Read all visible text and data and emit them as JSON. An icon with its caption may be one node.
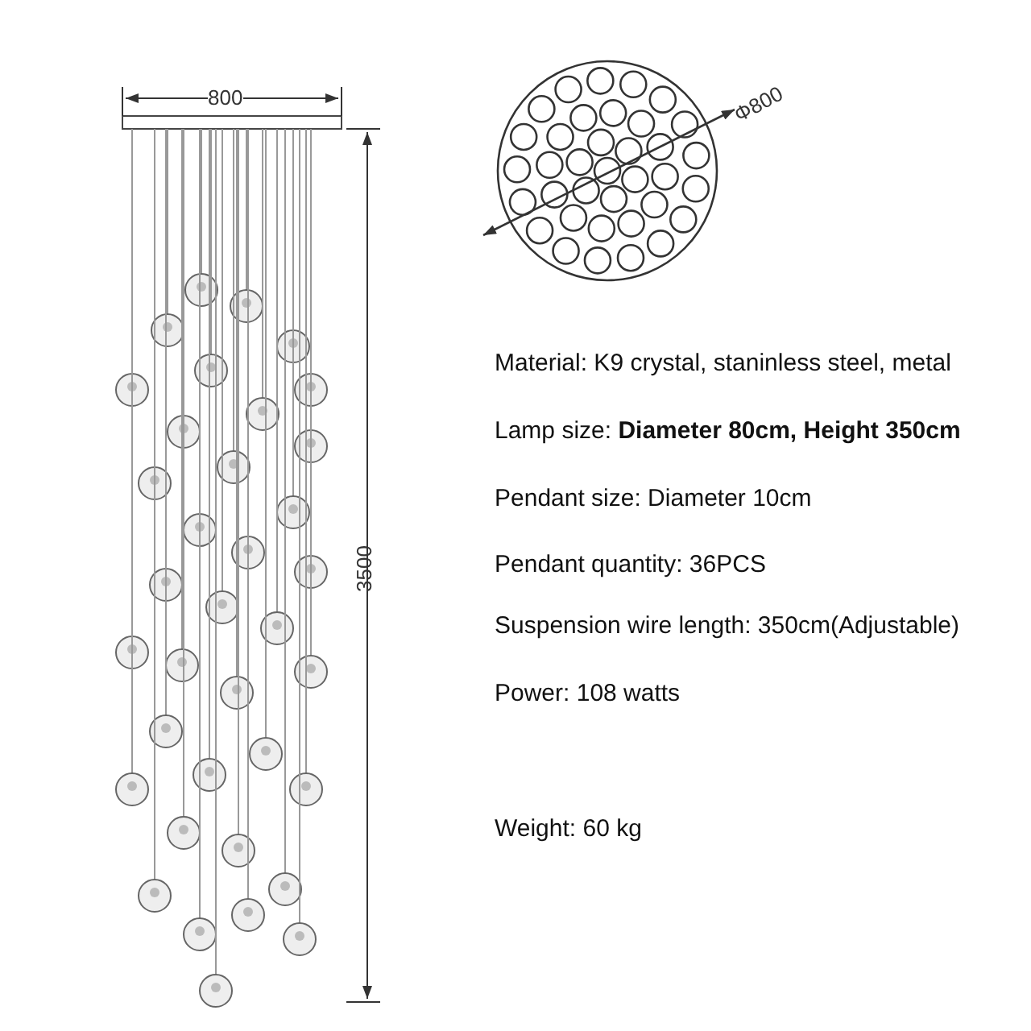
{
  "diagram": {
    "labels": [
      "800",
      "Φ800",
      "3500",
      "Material: K9 crystal, staninless steel, metal",
      "Lamp size: **Diameter 80cm, Height 350cm**",
      "Pendant size: Diameter 10cm",
      "Pendant quantity: 36PCS",
      "Suspension wire length: 350cm(Adjustable)",
      "Power: 108 watts",
      "Weight: 60 kg"
    ]
  }
}
